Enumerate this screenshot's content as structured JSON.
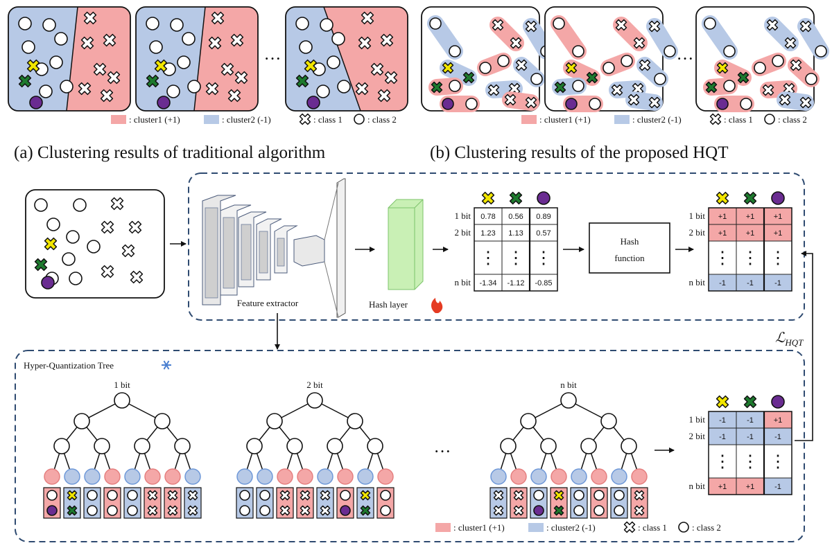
{
  "colors": {
    "cluster1": "#f4a7a7",
    "cluster2": "#b7c9e6",
    "yellow": "#f2e600",
    "green": "#1e7a2e",
    "purple": "#6a2c91",
    "dashed": "#2e4a70",
    "hash_layer": "#c9f0b5"
  },
  "panel_a": {
    "caption": "(a) Clustering results of traditional algorithm",
    "ellipsis": "···",
    "legend": {
      "cluster1": ": cluster1 (+1)",
      "cluster2": ": cluster2 (-1)",
      "class1": ": class 1",
      "class2": ": class 2"
    }
  },
  "panel_b": {
    "caption": "(b) Clustering results of the proposed HQT",
    "ellipsis": "···",
    "legend": {
      "cluster1": ": cluster1 (+1)",
      "cluster2": ": cluster2 (-1)",
      "class1": ": class 1",
      "class2": ": class 2"
    }
  },
  "pipeline": {
    "feature_extractor": "Feature extractor",
    "hash_layer": "Hash layer",
    "hash_function": [
      "Hash",
      "function"
    ],
    "loss_label": "ℒ_HQT",
    "hash_table": {
      "rows": [
        "1 bit",
        "2 bit",
        "n bit"
      ],
      "values": [
        [
          "0.78",
          "0.56",
          "0.89"
        ],
        [
          "1.23",
          "1.13",
          "0.57"
        ],
        [
          "-1.34",
          "-1.12",
          "-0.85"
        ]
      ]
    },
    "binary_table": {
      "rows": [
        "1 bit",
        "2 bit",
        "n bit"
      ],
      "values": [
        [
          "+1",
          "+1",
          "+1"
        ],
        [
          "+1",
          "+1",
          "+1"
        ],
        [
          "-1",
          "-1",
          "-1"
        ]
      ]
    },
    "hqt_table": {
      "rows": [
        "1 bit",
        "2 bit",
        "n bit"
      ],
      "values": [
        [
          "-1",
          "-1",
          "+1"
        ],
        [
          "-1",
          "-1",
          "-1"
        ],
        [
          "+1",
          "+1",
          "-1"
        ]
      ]
    },
    "vdots": "⋮"
  },
  "tree": {
    "title": "Hyper-Quantization Tree",
    "ellipsis": "···",
    "tree_labels": [
      "1 bit",
      "2 bit",
      "n bit"
    ],
    "legend": {
      "cluster1": ": cluster1 (+1)",
      "cluster2": ": cluster2 (-1)",
      "class1": ": class 1",
      "class2": ": class 2"
    }
  }
}
